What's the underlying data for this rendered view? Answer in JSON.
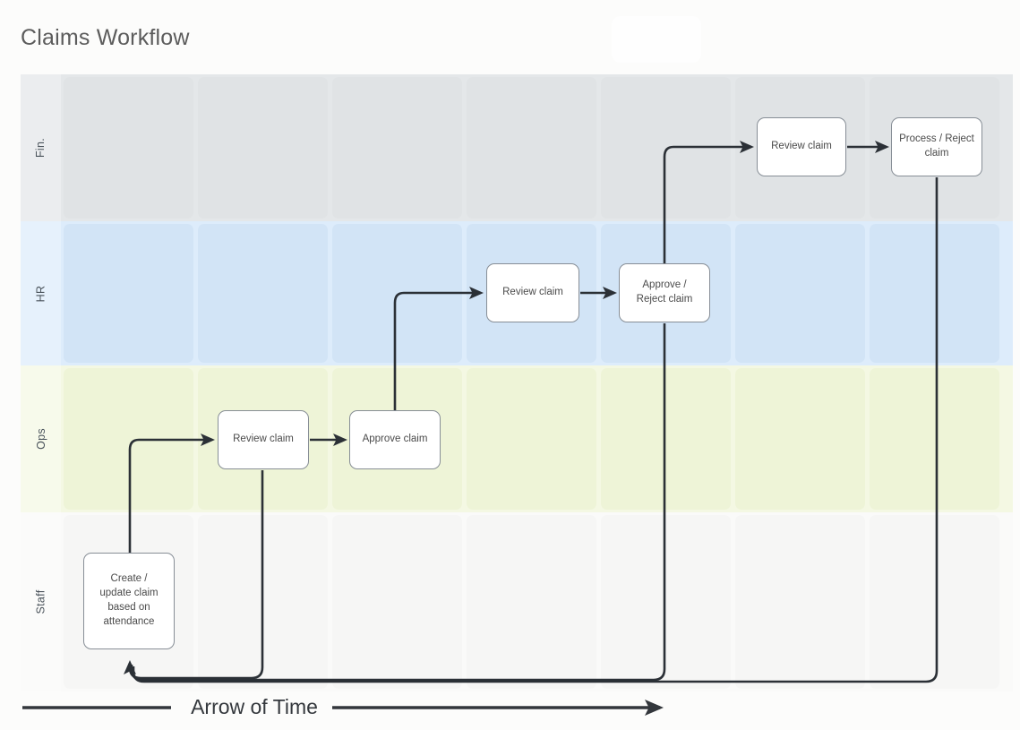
{
  "title": "Claims Workflow",
  "diagram": {
    "lanes": [
      {
        "id": "fin",
        "label": "Fin."
      },
      {
        "id": "hr",
        "label": "HR"
      },
      {
        "id": "ops",
        "label": "Ops"
      },
      {
        "id": "staff",
        "label": "Staff"
      }
    ],
    "nodes": [
      {
        "id": "staff-create",
        "lane": "staff",
        "label": "Create / update claim based on attendance"
      },
      {
        "id": "ops-review",
        "lane": "ops",
        "label": "Review claim"
      },
      {
        "id": "ops-approve",
        "lane": "ops",
        "label": "Approve claim"
      },
      {
        "id": "hr-review",
        "lane": "hr",
        "label": "Review claim"
      },
      {
        "id": "hr-approve",
        "lane": "hr",
        "label": "Approve / Reject claim"
      },
      {
        "id": "fin-review",
        "lane": "fin",
        "label": "Review claim"
      },
      {
        "id": "fin-process",
        "lane": "fin",
        "label": "Process / Reject claim"
      }
    ],
    "edges": [
      {
        "from": "staff-create",
        "to": "ops-review"
      },
      {
        "from": "ops-review",
        "to": "ops-approve"
      },
      {
        "from": "ops-approve",
        "to": "hr-review"
      },
      {
        "from": "hr-review",
        "to": "hr-approve"
      },
      {
        "from": "hr-approve",
        "to": "fin-review"
      },
      {
        "from": "fin-review",
        "to": "fin-process"
      },
      {
        "from": "ops-review",
        "to": "staff-create"
      },
      {
        "from": "hr-approve",
        "to": "staff-create"
      },
      {
        "from": "fin-process",
        "to": "staff-create"
      }
    ],
    "timeline_label": "Arrow of Time",
    "colors": {
      "lane_fin": "#e0e3e5",
      "lane_hr": "#d2e4f6",
      "lane_ops": "#eef4d7",
      "lane_staff": "#f6f6f5",
      "connector": "#2b3036",
      "node_border": "#878e96",
      "node_fill": "#ffffff",
      "title_text": "#5c5c5c"
    }
  }
}
